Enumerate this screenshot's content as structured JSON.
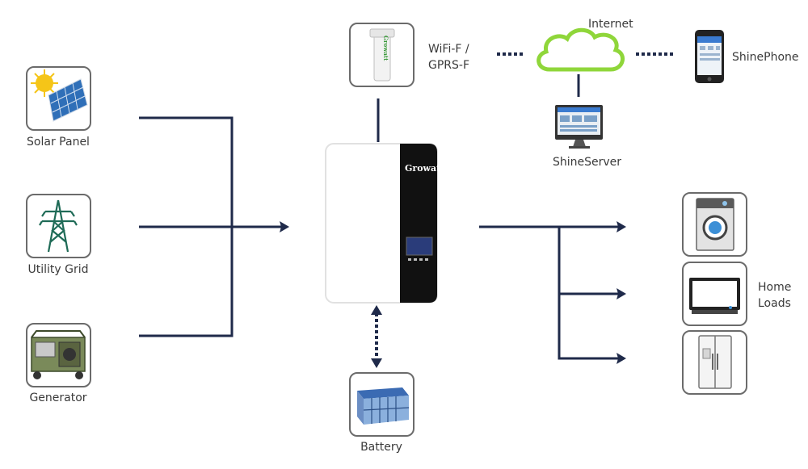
{
  "sources": {
    "solar_label": "Solar Panel",
    "grid_label": "Utility Grid",
    "generator_label": "Generator"
  },
  "inverter": {
    "brand": "Growatt"
  },
  "wifi": {
    "line1": "WiFi-F /",
    "line2": "GPRS-F",
    "stick_brand": "Growatt"
  },
  "cloud": {
    "label": "Internet"
  },
  "phone": {
    "label": "ShinePhone"
  },
  "server": {
    "label": "ShineServer"
  },
  "battery": {
    "label": "Battery"
  },
  "loads": {
    "line1": "Home",
    "line2": "Loads"
  },
  "colors": {
    "line": "#1f2a4a",
    "cloud": "#8fd63a",
    "inverter_dark": "#111111"
  }
}
